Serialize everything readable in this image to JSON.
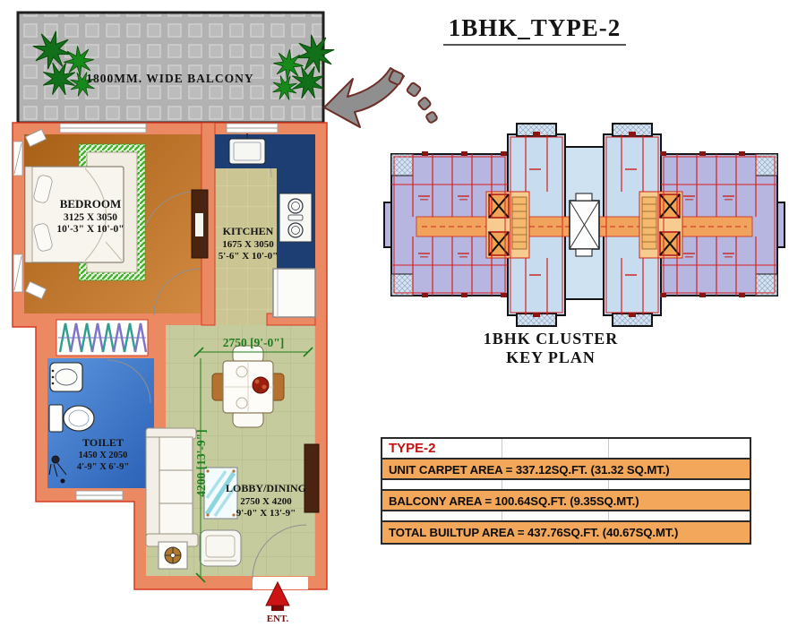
{
  "page": {
    "title": "1BHK_TYPE-2"
  },
  "floor_plan": {
    "balcony": {
      "label": "1800MM. WIDE BALCONY"
    },
    "rooms": {
      "bedroom": {
        "name": "BEDROOM",
        "size_mm": "3125 X 3050",
        "size_ft": "10'-3\" X 10'-0\""
      },
      "kitchen": {
        "name": "KITCHEN",
        "size_mm": "1675 X 3050",
        "size_ft": "5'-6\" X 10'-0\""
      },
      "toilet": {
        "name": "TOILET",
        "size_mm": "1450 X 2050",
        "size_ft": "4'-9\" X 6'-9\""
      },
      "lobby": {
        "name": "LOBBY/DINING",
        "size_mm": "2750 X 4200",
        "size_ft": "9'-0\" X 13'-9\""
      }
    },
    "dimensions": {
      "width": "2750 [9'-0\"]",
      "height": "4200 [13'-9\"]"
    },
    "entrance": {
      "label": "ENT."
    }
  },
  "key_plan": {
    "caption_line1": "1BHK CLUSTER",
    "caption_line2": "KEY PLAN"
  },
  "area_table": {
    "header": "TYPE-2",
    "rows": [
      {
        "text": "UNIT CARPET AREA = 337.12SQ.FT. (31.32 SQ.MT.)"
      },
      {
        "text": "BALCONY AREA = 100.64SQ.FT. (9.35SQ.MT.)"
      },
      {
        "text": "TOTAL BUILTUP AREA = 437.76SQ.FT. (40.67SQ.MT.)"
      }
    ]
  },
  "colors": {
    "wall": "#eb8a62",
    "wall_edge": "#d63a22",
    "balcony_gray": "#b2b2b2",
    "bedroom_floor": "#c4751f",
    "kitchen_floor": "#cac593",
    "counter_navy": "#1c3e72",
    "toilet_blue": "#3b76cc",
    "lobby_floor": "#c5cb9d",
    "rug_green": "#3fae28",
    "keyplan_lavender": "#b6b6e0",
    "keyplan_blue": "#c7dcee",
    "corridor_orange": "#f1a35e",
    "table_orange": "#f2a75b",
    "type_red": "#c41111",
    "dim_green": "#1f7d1f"
  }
}
